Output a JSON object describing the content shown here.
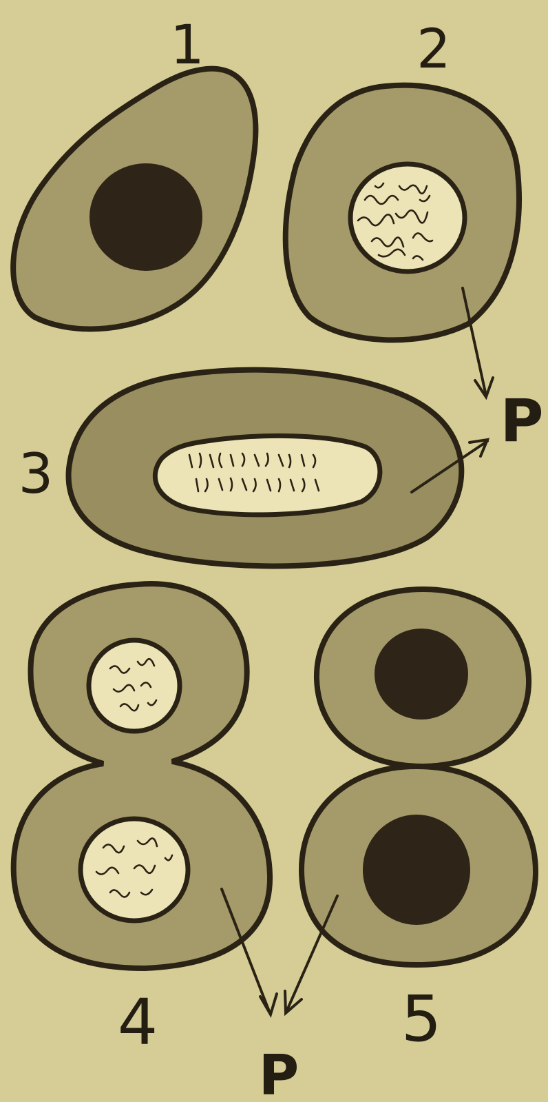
{
  "labels": {
    "cell1": "1",
    "cell2": "2",
    "cell3": "3",
    "cell4": "4",
    "cell5": "5",
    "protoplasm_top": "P",
    "protoplasm_bottom": "P"
  },
  "colors": {
    "paper": "#d6cd96",
    "cytoplasm": "#a59a69",
    "outline": "#2a2214",
    "nucleus_light": "#ece4b6",
    "nucleus_dark": "#2e2518"
  }
}
